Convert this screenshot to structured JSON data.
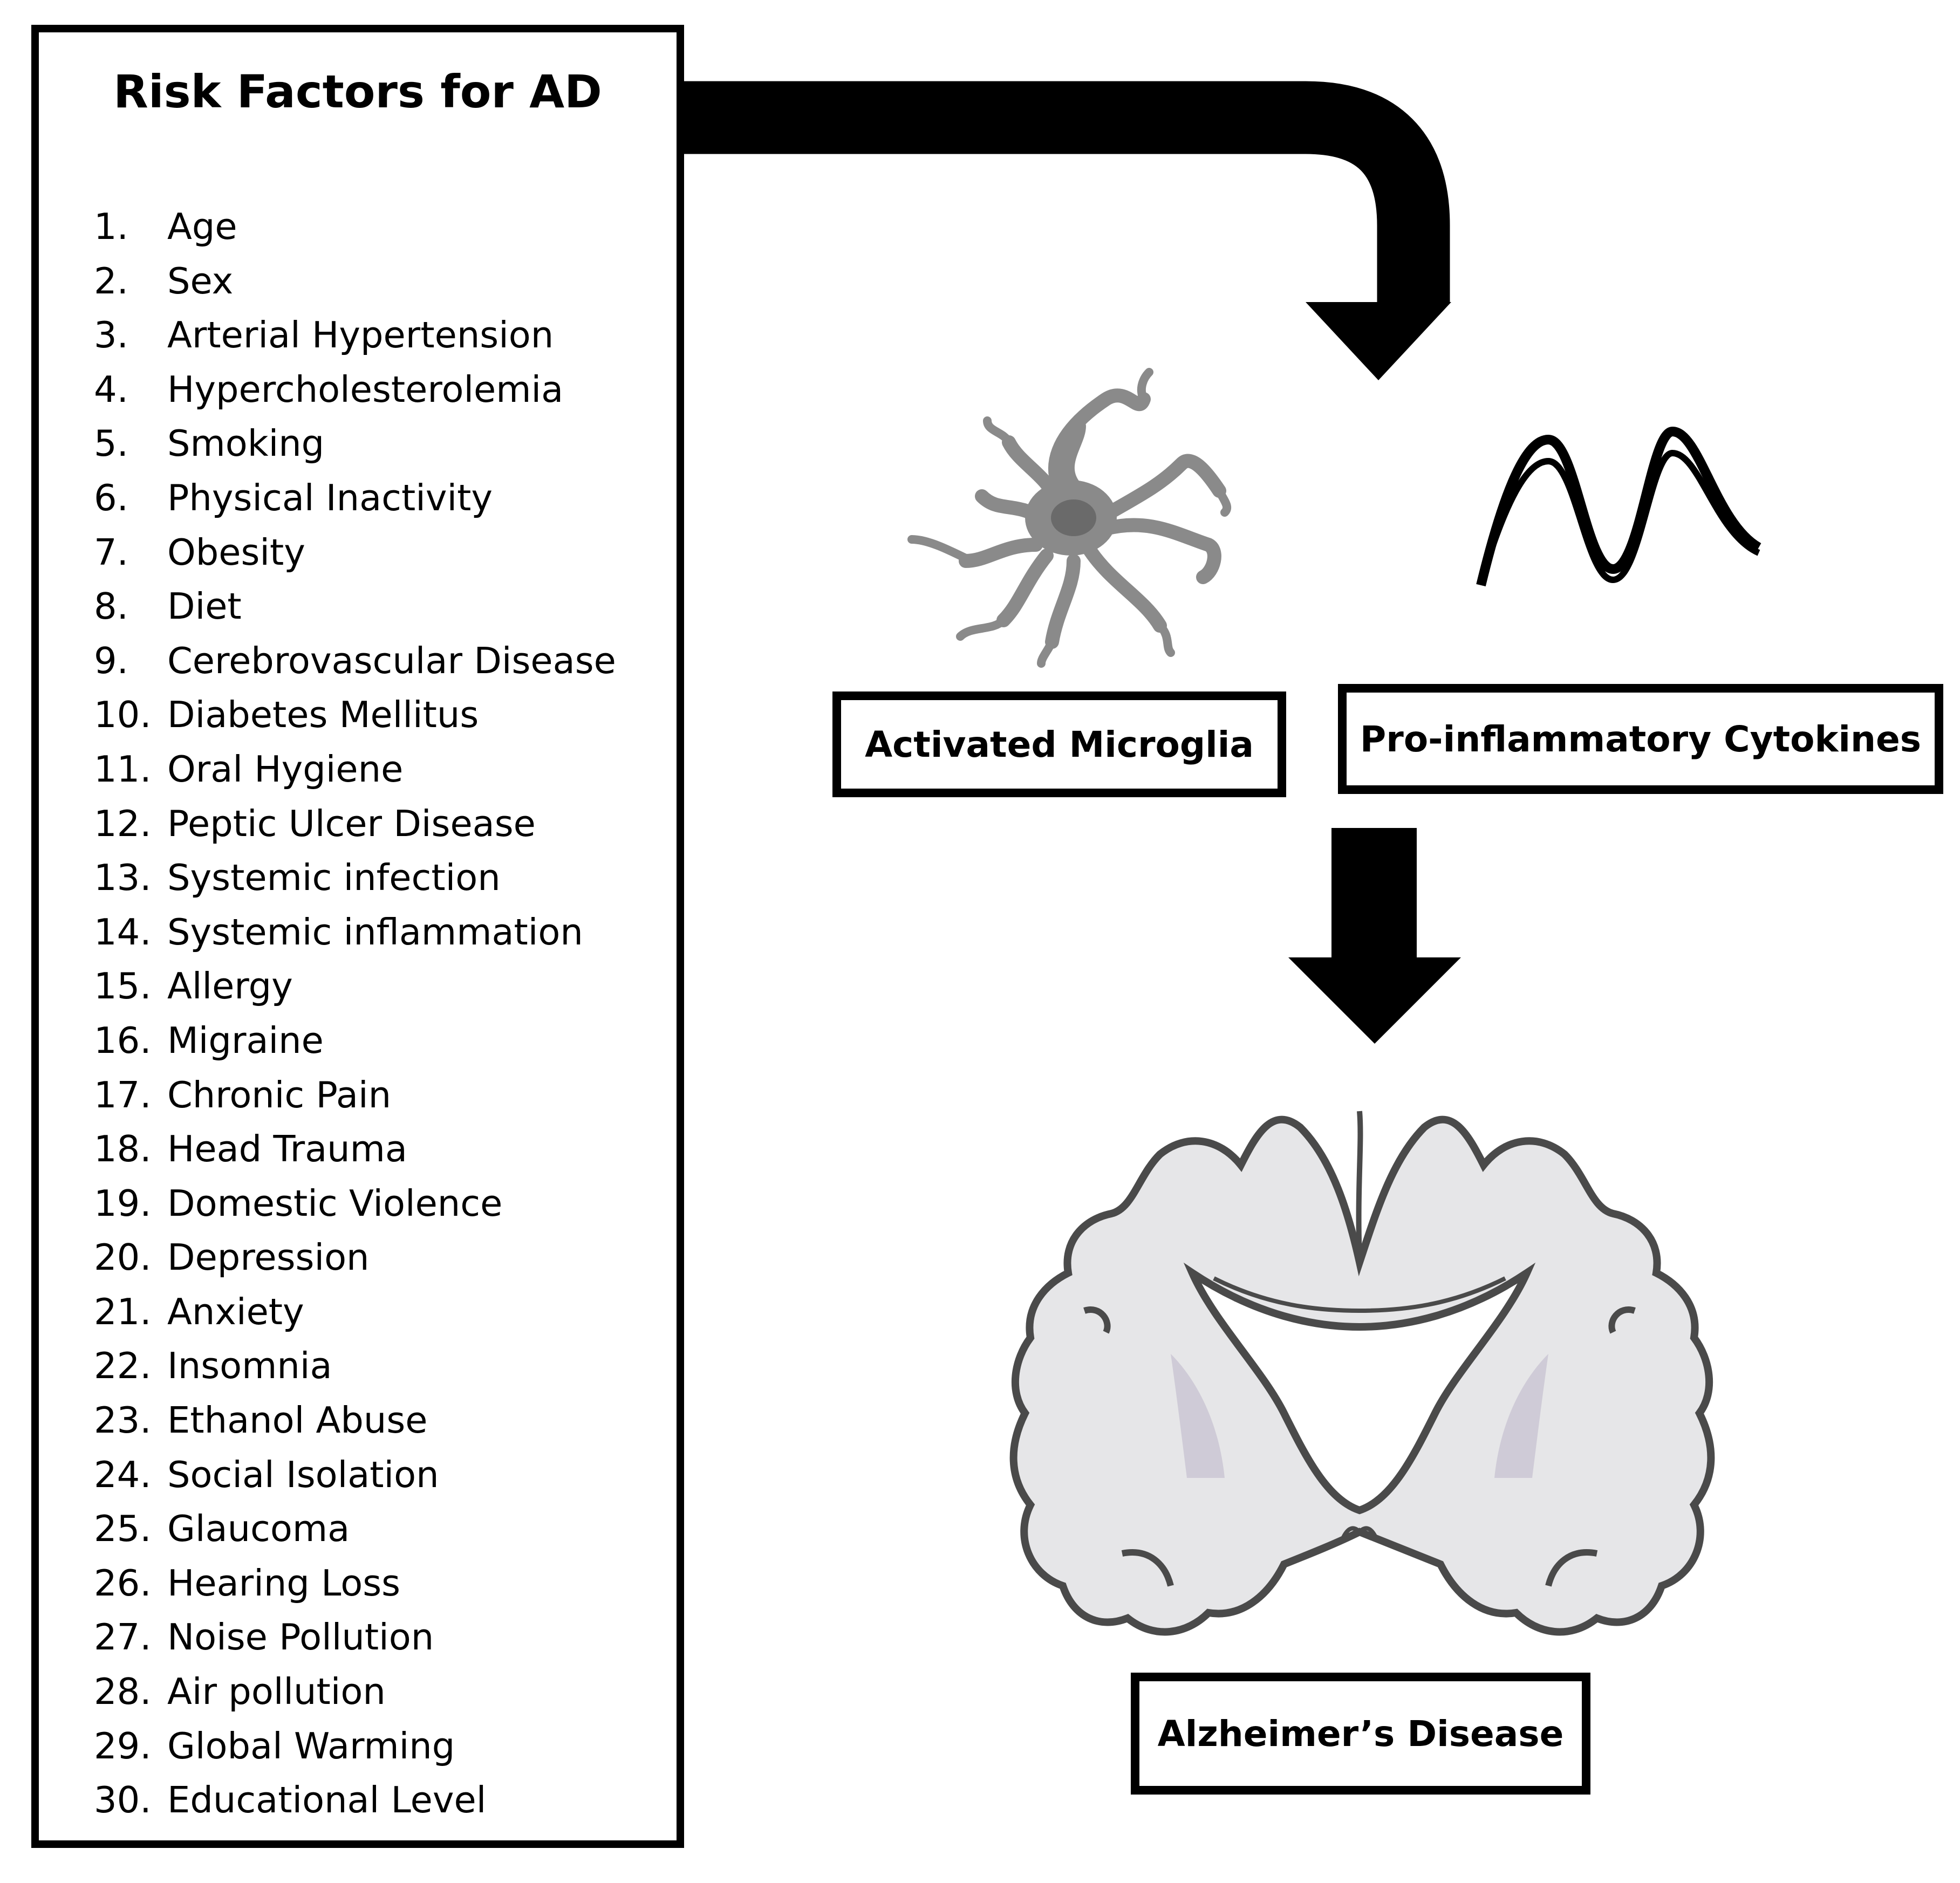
{
  "risk_factors": {
    "title": "Risk Factors for AD",
    "items": [
      {
        "num": "1.",
        "label": "Age"
      },
      {
        "num": "2.",
        "label": "Sex"
      },
      {
        "num": "3.",
        "label": "Arterial Hypertension"
      },
      {
        "num": "4.",
        "label": "Hypercholesterolemia"
      },
      {
        "num": "5.",
        "label": "Smoking"
      },
      {
        "num": "6.",
        "label": "Physical Inactivity"
      },
      {
        "num": "7.",
        "label": "Obesity"
      },
      {
        "num": "8.",
        "label": "Diet"
      },
      {
        "num": "9.",
        "label": "Cerebrovascular Disease"
      },
      {
        "num": "10.",
        "label": "Diabetes Mellitus"
      },
      {
        "num": "11.",
        "label": "Oral Hygiene"
      },
      {
        "num": "12.",
        "label": "Peptic Ulcer Disease"
      },
      {
        "num": "13.",
        "label": "Systemic infection"
      },
      {
        "num": "14.",
        "label": "Systemic inflammation"
      },
      {
        "num": "15.",
        "label": "Allergy"
      },
      {
        "num": "16.",
        "label": "Migraine"
      },
      {
        "num": "17.",
        "label": "Chronic Pain"
      },
      {
        "num": "18.",
        "label": "Head Trauma"
      },
      {
        "num": "19.",
        "label": "Domestic Violence"
      },
      {
        "num": "20.",
        "label": "Depression"
      },
      {
        "num": "21.",
        "label": "Anxiety"
      },
      {
        "num": "22.",
        "label": "Insomnia"
      },
      {
        "num": "23.",
        "label": "Ethanol Abuse"
      },
      {
        "num": "24.",
        "label": "Social Isolation"
      },
      {
        "num": "25.",
        "label": "Glaucoma"
      },
      {
        "num": "26.",
        "label": "Hearing Loss"
      },
      {
        "num": "27.",
        "label": "Noise Pollution"
      },
      {
        "num": "28.",
        "label": "Air pollution"
      },
      {
        "num": "29.",
        "label": "Global Warming"
      },
      {
        "num": "30.",
        "label": "Educational Level"
      }
    ]
  },
  "nodes": {
    "microglia": "Activated Microglia",
    "cytokines": "Pro-inflammatory Cytokines",
    "disease": "Alzheimer’s Disease"
  },
  "icons": {
    "microglia": "microglia-cell-icon",
    "cytokines": "cytokine-wave-icon",
    "brain": "brain-coronal-section-icon"
  },
  "colors": {
    "arrow": "#000000",
    "cell_fill": "#8a8a8a",
    "cell_nucleus": "#6a6a6a",
    "brain_fill": "#e6e6e8",
    "brain_outline": "#4a4a4a",
    "brain_highlight": "#c9c4d2"
  }
}
